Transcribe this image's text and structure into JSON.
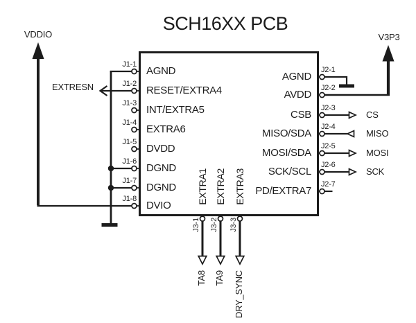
{
  "title": "SCH16XX PCB",
  "colors": {
    "ink": "#1c1c1c",
    "background": "#ffffff"
  },
  "net_labels": {
    "vddio": "VDDIO",
    "v3p3": "V3P3",
    "extresn": "EXTRESN"
  },
  "chip": {
    "left_pins": [
      {
        "number": "J1-1",
        "name": "AGND"
      },
      {
        "number": "J1-2",
        "name": "RESET/EXTRA4"
      },
      {
        "number": "J1-3",
        "name": "INT/EXTRA5"
      },
      {
        "number": "J1-4",
        "name": "EXTRA6"
      },
      {
        "number": "J1-5",
        "name": "DVDD"
      },
      {
        "number": "J1-6",
        "name": "DGND"
      },
      {
        "number": "J1-7",
        "name": "DGND"
      },
      {
        "number": "J1-8",
        "name": "DVIO"
      }
    ],
    "right_pins": [
      {
        "number": "J2-1",
        "name": "AGND"
      },
      {
        "number": "J2-2",
        "name": "AVDD"
      },
      {
        "number": "J2-3",
        "name": "CSB",
        "signal": "CS"
      },
      {
        "number": "J2-4",
        "name": "MISO/SDA",
        "signal": "MISO"
      },
      {
        "number": "J2-5",
        "name": "MOSI/SDA",
        "signal": "MOSI"
      },
      {
        "number": "J2-6",
        "name": "SCK/SCL",
        "signal": "SCK"
      },
      {
        "number": "J2-7",
        "name": "PD/EXTRA7"
      }
    ],
    "bottom_pins": [
      {
        "number": "J3-1",
        "name": "EXTRA1",
        "signal": "TA8"
      },
      {
        "number": "J3-2",
        "name": "EXTRA2",
        "signal": "TA9"
      },
      {
        "number": "J3-3",
        "name": "EXTRA3",
        "signal": "DRY_SYNC"
      }
    ]
  }
}
